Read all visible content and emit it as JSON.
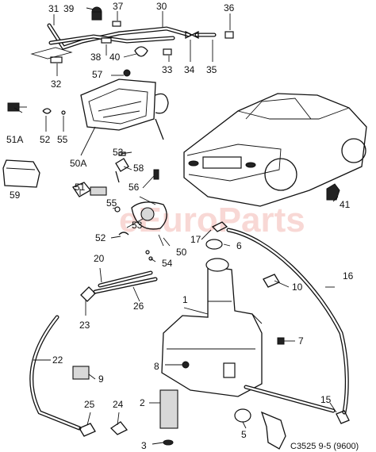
{
  "callouts": {
    "c1": "1",
    "c2": "2",
    "c3": "3",
    "c5": "5",
    "c6": "6",
    "c7": "7",
    "c8": "8",
    "c9": "9",
    "c10": "10",
    "c15": "15",
    "c16": "16",
    "c17": "17",
    "c20": "20",
    "c22": "22",
    "c23": "23",
    "c24": "24",
    "c25": "25",
    "c26": "26",
    "c30": "30",
    "c31": "31",
    "c32": "32",
    "c33": "33",
    "c34": "34",
    "c35": "35",
    "c36": "36",
    "c37": "37",
    "c38": "38",
    "c39": "39",
    "c40": "40",
    "c41": "41",
    "c50": "50",
    "c50a": "50A",
    "c51": "51",
    "c51a": "51A",
    "c52a": "52",
    "c52b": "52",
    "c53a": "53",
    "c53b": "53",
    "c54": "54",
    "c55a": "55",
    "c55b": "55",
    "c56": "56",
    "c57": "57",
    "c58": "58",
    "c59": "59"
  },
  "watermark": "eEuroParts",
  "reference": "C3525 9-5 (9600)"
}
